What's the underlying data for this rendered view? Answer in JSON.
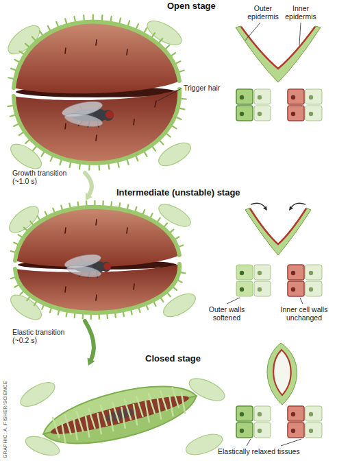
{
  "diagram": {
    "labels": [
      "Open stage",
      "Trigger hair",
      "Outer epidermis",
      "Inner epidermis",
      "Growth transition (~1.0 s)",
      "Intermediate (unstable) stage",
      "Outer walls softened",
      "Inner cell walls unchanged",
      "Elastic transition (~0.2 s)",
      "Closed stage",
      "Elastically relaxed tissues",
      "GRAPHIC: A. FISHER/SCIENCE"
    ]
  }
}
